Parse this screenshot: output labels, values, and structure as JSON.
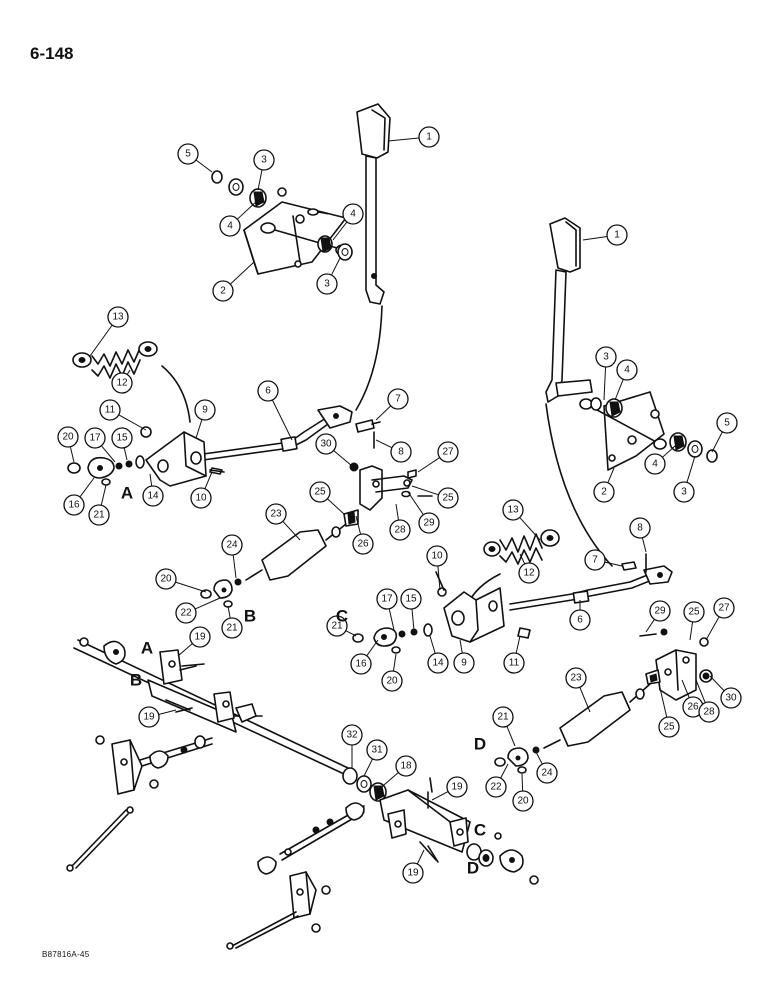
{
  "page_number": "6-148",
  "figure_code": "B87816A-45",
  "callouts": [
    {
      "n": "1"
    },
    {
      "n": "5"
    },
    {
      "n": "3"
    },
    {
      "n": "4"
    },
    {
      "n": "4"
    },
    {
      "n": "2"
    },
    {
      "n": "3"
    },
    {
      "n": "1"
    },
    {
      "n": "3"
    },
    {
      "n": "4"
    },
    {
      "n": "5"
    },
    {
      "n": "4"
    },
    {
      "n": "2"
    },
    {
      "n": "3"
    },
    {
      "n": "13"
    },
    {
      "n": "12"
    },
    {
      "n": "11"
    },
    {
      "n": "9"
    },
    {
      "n": "6"
    },
    {
      "n": "7"
    },
    {
      "n": "8"
    },
    {
      "n": "20"
    },
    {
      "n": "17"
    },
    {
      "n": "15"
    },
    {
      "n": "16"
    },
    {
      "n": "21"
    },
    {
      "n": "14"
    },
    {
      "n": "10"
    },
    {
      "n": "30"
    },
    {
      "n": "27"
    },
    {
      "n": "25"
    },
    {
      "n": "25"
    },
    {
      "n": "29"
    },
    {
      "n": "26"
    },
    {
      "n": "28"
    },
    {
      "n": "23"
    },
    {
      "n": "24"
    },
    {
      "n": "20"
    },
    {
      "n": "22"
    },
    {
      "n": "21"
    },
    {
      "n": "13"
    },
    {
      "n": "12"
    },
    {
      "n": "10"
    },
    {
      "n": "8"
    },
    {
      "n": "7"
    },
    {
      "n": "6"
    },
    {
      "n": "17"
    },
    {
      "n": "15"
    },
    {
      "n": "21"
    },
    {
      "n": "16"
    },
    {
      "n": "20"
    },
    {
      "n": "14"
    },
    {
      "n": "9"
    },
    {
      "n": "11"
    },
    {
      "n": "29"
    },
    {
      "n": "25"
    },
    {
      "n": "27"
    },
    {
      "n": "23"
    },
    {
      "n": "25"
    },
    {
      "n": "26"
    },
    {
      "n": "28"
    },
    {
      "n": "30"
    },
    {
      "n": "21"
    },
    {
      "n": "22"
    },
    {
      "n": "20"
    },
    {
      "n": "24"
    },
    {
      "n": "19"
    },
    {
      "n": "19"
    },
    {
      "n": "32"
    },
    {
      "n": "31"
    },
    {
      "n": "18"
    },
    {
      "n": "19"
    },
    {
      "n": "19"
    }
  ],
  "reference_letters": [
    {
      "letter": "A"
    },
    {
      "letter": "B"
    },
    {
      "letter": "C"
    },
    {
      "letter": "A"
    },
    {
      "letter": "B"
    },
    {
      "letter": "D"
    },
    {
      "letter": "C"
    },
    {
      "letter": "D"
    }
  ]
}
